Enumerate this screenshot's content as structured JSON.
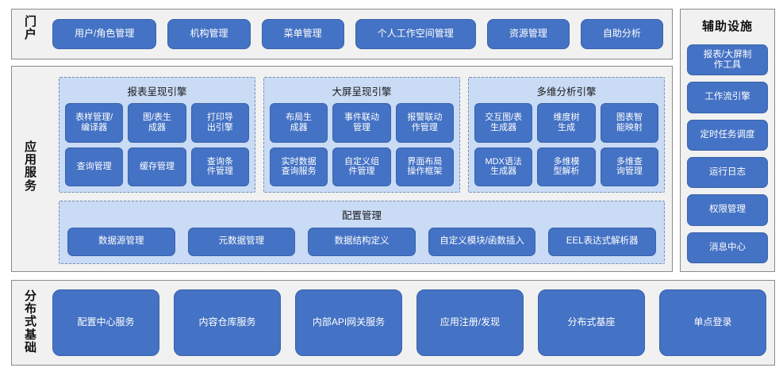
{
  "sections": {
    "portal": {
      "label": "门\n户",
      "items": [
        {
          "label": "用户/角色管理"
        },
        {
          "label": "机构管理"
        },
        {
          "label": "菜单管理"
        },
        {
          "label": "个人工作空间管理"
        },
        {
          "label": "资源管理"
        },
        {
          "label": "自助分析"
        }
      ]
    },
    "app_services": {
      "label": "应\n用\n服\n务",
      "engines": [
        {
          "title": "报表呈现引擎",
          "items": [
            {
              "label": "表样管理/\n编译器"
            },
            {
              "label": "图/表生\n成器"
            },
            {
              "label": "打印导\n出引擎"
            },
            {
              "label": "查询管理"
            },
            {
              "label": "缓存管理"
            },
            {
              "label": "查询条\n件管理"
            }
          ]
        },
        {
          "title": "大屏呈现引擎",
          "items": [
            {
              "label": "布局生\n成器"
            },
            {
              "label": "事件联动\n管理"
            },
            {
              "label": "报警联动\n作管理"
            },
            {
              "label": "实时数据\n查询服务"
            },
            {
              "label": "自定义组\n件管理"
            },
            {
              "label": "界面布局\n操作框架"
            }
          ]
        },
        {
          "title": "多维分析引擎",
          "items": [
            {
              "label": "交互图/表\n生成器"
            },
            {
              "label": "维度树\n生成"
            },
            {
              "label": "图表智\n能映射"
            },
            {
              "label": "MDX语法\n生成器"
            },
            {
              "label": "多维模\n型解析"
            },
            {
              "label": "多维查\n询管理"
            }
          ]
        }
      ],
      "config": {
        "title": "配置管理",
        "items": [
          {
            "label": "数据源管理"
          },
          {
            "label": "元数据管理"
          },
          {
            "label": "数据结构定义"
          },
          {
            "label": "自定义模块/函数插入"
          },
          {
            "label": "EEL表达式解析器"
          }
        ]
      }
    },
    "auxiliary": {
      "title": "辅助设施",
      "items": [
        {
          "label": "报表/大屏制\n作工具"
        },
        {
          "label": "工作流引擎"
        },
        {
          "label": "定时任务调度"
        },
        {
          "label": "运行日志"
        },
        {
          "label": "权限管理"
        },
        {
          "label": "消息中心"
        }
      ]
    },
    "infrastructure": {
      "label": "分\n布\n式\n基\n础",
      "items": [
        {
          "label": "配置中心服务"
        },
        {
          "label": "内容仓库服务"
        },
        {
          "label": "内部API网关服务"
        },
        {
          "label": "应用注册/发现"
        },
        {
          "label": "分布式基座"
        },
        {
          "label": "单点登录"
        }
      ]
    }
  },
  "colors": {
    "button_blue": "#4472c4",
    "group_light_blue": "#c9dbf5",
    "panel_gray": "#f1f1f1",
    "border_gray": "#8a8a8a"
  }
}
